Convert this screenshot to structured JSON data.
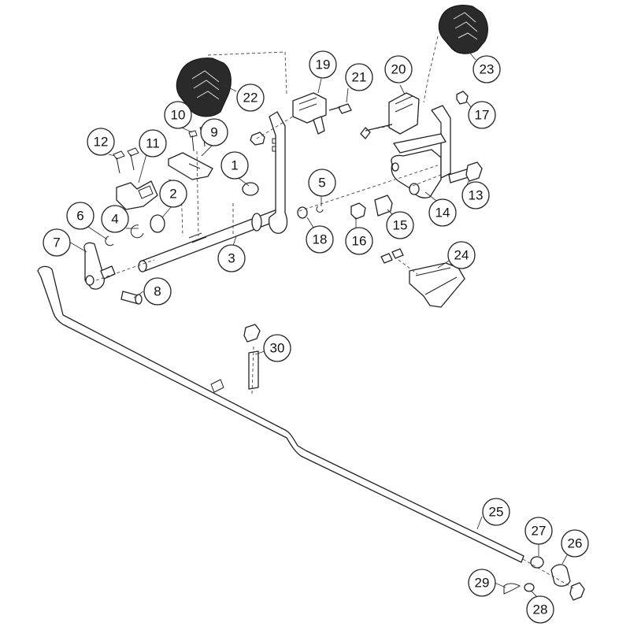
{
  "callouts": [
    {
      "num": "1"
    },
    {
      "num": "2"
    },
    {
      "num": "3"
    },
    {
      "num": "4"
    },
    {
      "num": "5"
    },
    {
      "num": "6"
    },
    {
      "num": "7"
    },
    {
      "num": "8"
    },
    {
      "num": "9"
    },
    {
      "num": "10"
    },
    {
      "num": "11"
    },
    {
      "num": "12"
    },
    {
      "num": "13"
    },
    {
      "num": "14"
    },
    {
      "num": "15"
    },
    {
      "num": "16"
    },
    {
      "num": "17"
    },
    {
      "num": "18"
    },
    {
      "num": "19"
    },
    {
      "num": "20"
    },
    {
      "num": "21"
    },
    {
      "num": "22"
    },
    {
      "num": "23"
    },
    {
      "num": "24"
    },
    {
      "num": "25"
    },
    {
      "num": "26"
    },
    {
      "num": "27"
    },
    {
      "num": "28"
    },
    {
      "num": "29"
    },
    {
      "num": "30"
    }
  ]
}
